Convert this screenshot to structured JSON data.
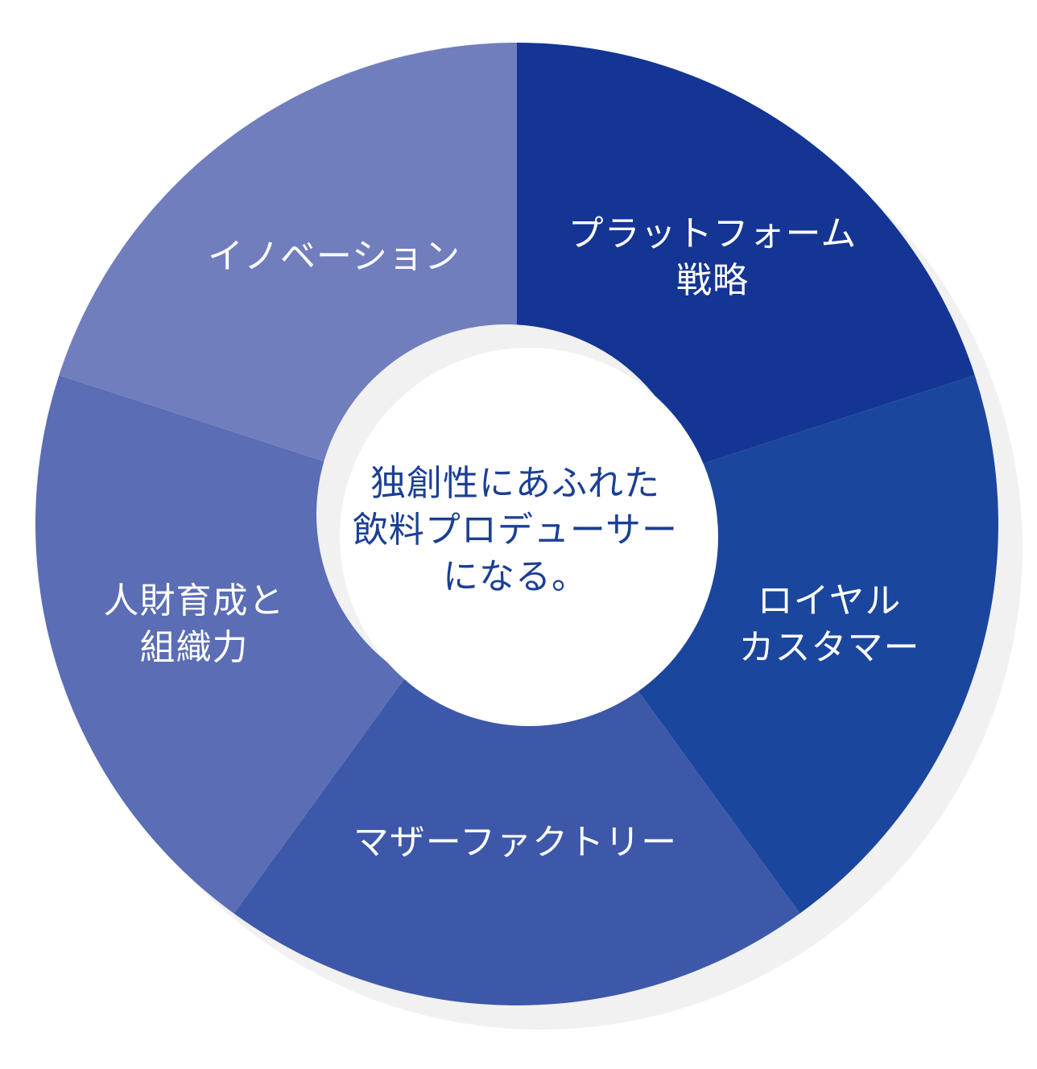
{
  "diagram": {
    "type": "donut",
    "center_text": {
      "lines": [
        "独創性にあふれた",
        "飲料プロデューサー",
        "になる。"
      ],
      "color": "#1b3f96"
    },
    "segments": [
      {
        "id": "platform",
        "lines": [
          "プラットフォーム",
          "戦略"
        ],
        "color": "#143594"
      },
      {
        "id": "royal",
        "lines": [
          "ロイヤル",
          "カスタマー"
        ],
        "color": "#1b469e"
      },
      {
        "id": "mother",
        "lines": [
          "マザーファクトリー"
        ],
        "color": "#3d58a9"
      },
      {
        "id": "hr",
        "lines": [
          "人財育成と",
          "組織力"
        ],
        "color": "#5a6db5"
      },
      {
        "id": "innovation",
        "lines": [
          "イノベーション"
        ],
        "color": "#717ebd"
      }
    ],
    "shadow_color": "#f1f1f2"
  }
}
